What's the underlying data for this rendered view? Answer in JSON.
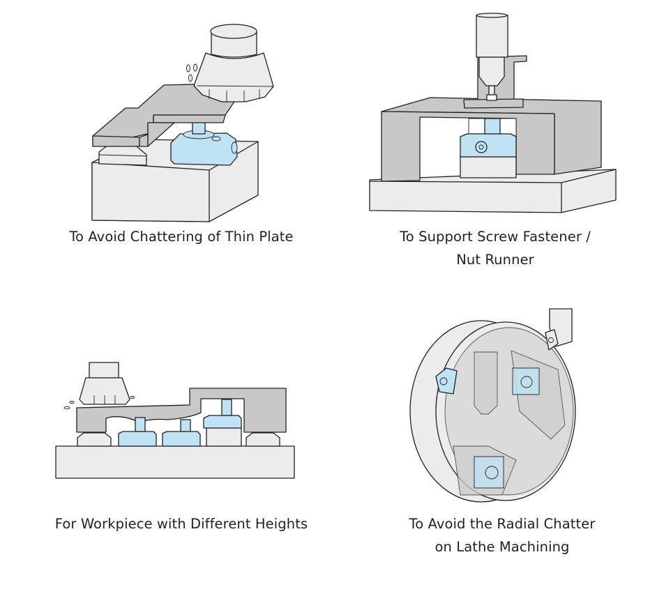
{
  "figure": {
    "panels": [
      {
        "id": "thin-plate",
        "caption_lines": [
          "To Avoid Chattering of Thin Plate"
        ],
        "illustration": "milling-cutter-on-thin-plate-with-work-support"
      },
      {
        "id": "screw-fastener",
        "caption_lines": [
          "To Support Screw Fastener /",
          "Nut Runner"
        ],
        "illustration": "nut-runner-with-work-support-under-bridge"
      },
      {
        "id": "different-heights",
        "caption_lines": [
          "For Workpiece with Different Heights"
        ],
        "illustration": "multiple-work-supports-under-uneven-workpiece"
      },
      {
        "id": "lathe",
        "caption_lines": [
          "To Avoid the Radial Chatter",
          "on Lathe Machining"
        ],
        "illustration": "lathe-chuck-with-work-supports"
      }
    ],
    "colors": {
      "support_blue": "#bfe2f5",
      "light_gray": "#ededed",
      "mid_gray": "#c8c8c8",
      "outline": "#231f20"
    }
  }
}
